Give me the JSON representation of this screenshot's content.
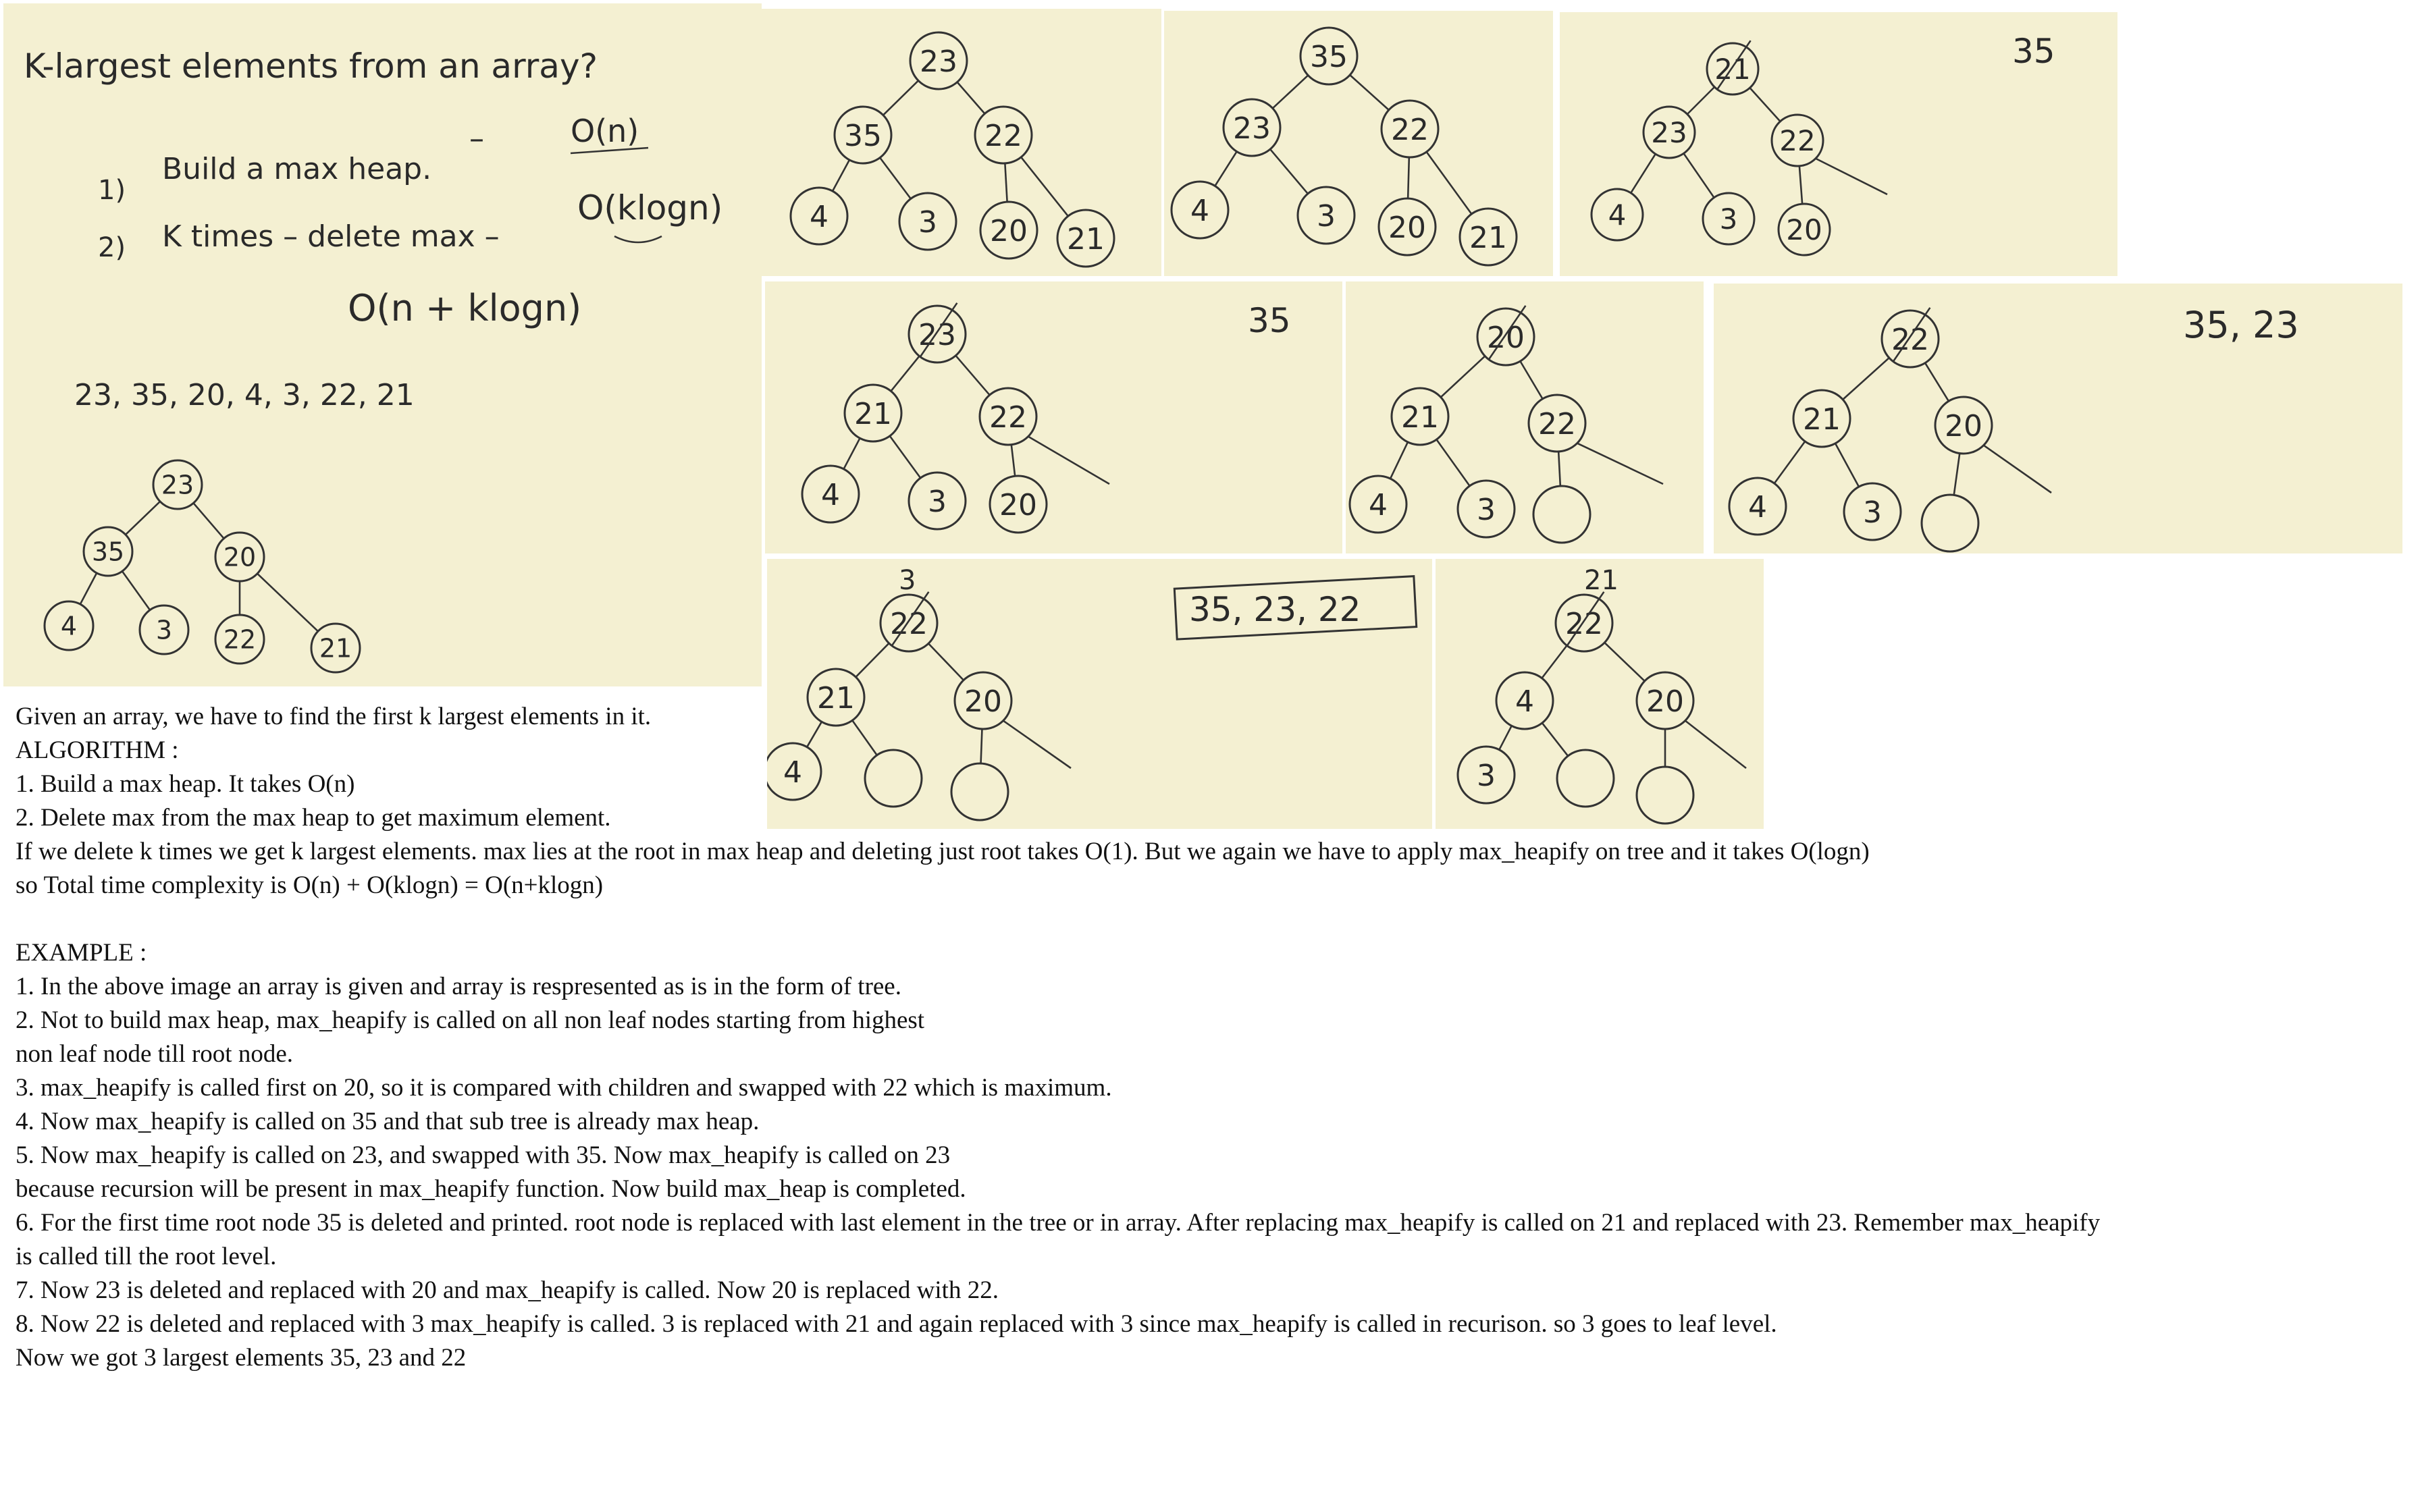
{
  "notes_panel": {
    "title": "K-largest elements from an array?",
    "step1_num": "1)",
    "step1_text": "Build a max heap.",
    "step1_cost": "O(n)",
    "step2_num": "2)",
    "step2_text": "K times – delete max –",
    "step2_cost": "O(klogn)",
    "total": "O(n + klogn)",
    "array": "23, 35, 20, 4, 3, 22, 21",
    "tree": [
      {
        "id": "n23",
        "label": "23"
      },
      {
        "id": "n35",
        "label": "35"
      },
      {
        "id": "n20",
        "label": "20"
      },
      {
        "id": "n4",
        "label": "4"
      },
      {
        "id": "n3",
        "label": "3"
      },
      {
        "id": "n22",
        "label": "22"
      },
      {
        "id": "n21",
        "label": "21"
      }
    ]
  },
  "frames": [
    {
      "nodes": [
        "23",
        "35",
        "22",
        "4",
        "3",
        "20",
        "21"
      ],
      "output": ""
    },
    {
      "nodes": [
        "35",
        "23",
        "22",
        "4",
        "3",
        "20",
        "21"
      ],
      "output": ""
    },
    {
      "nodes": [
        "21",
        "23",
        "22",
        "4",
        "3",
        "20"
      ],
      "output": "35"
    },
    {
      "nodes": [
        "23",
        "21",
        "22",
        "4",
        "3",
        "20"
      ],
      "output": "35"
    },
    {
      "nodes": [
        "20",
        "21",
        "22",
        "4",
        "3"
      ],
      "output": ""
    },
    {
      "nodes": [
        "22",
        "21",
        "20",
        "4",
        "3"
      ],
      "output": "35, 23"
    },
    {
      "nodes": [
        "22",
        "21",
        "20",
        "4"
      ],
      "annotation": "3",
      "output": "35, 23, 22"
    },
    {
      "nodes": [
        "22",
        "4",
        "20",
        "3"
      ],
      "annotation": "21",
      "output": ""
    }
  ],
  "text": {
    "intro": "Given an array, we have to find the first k largest elements in it.",
    "algorithm_heading": "ALGORITHM :",
    "algo_1": "1. Build a max heap. It takes O(n)",
    "algo_2": "2. Delete max from the max heap to get maximum element.",
    "algo_3": "If we delete k times we get k largest elements. max lies at the root in max heap and deleting just root takes O(1). But we again we have to apply max_heapify on tree and it takes O(logn)",
    "algo_4": "so Total time complexity is O(n) + O(klogn) = O(n+klogn)",
    "example_heading": "EXAMPLE :",
    "ex_1": "1. In the above image an array is given and array is respresented as is in the form of tree.",
    "ex_2a": "2. Not to build max heap, max_heapify is called on all non leaf nodes starting from highest",
    "ex_2b": "non leaf node till root node.",
    "ex_3": "3. max_heapify is called first on 20, so it is compared with children and swapped with 22 which is maximum.",
    "ex_4": "4. Now max_heapify is called on 35 and that sub tree is already max heap.",
    "ex_5a": "5. Now max_heapify is called on 23, and swapped with 35. Now max_heapify is called on 23",
    "ex_5b": "because recursion will be present in max_heapify function. Now build max_heap is completed.",
    "ex_6a": "6. For the first time root node 35 is deleted and printed. root node is replaced with last element in the tree or in array. After replacing max_heapify is called on 21 and replaced with 23. Remember max_heapify",
    "ex_6b": "is called till the root level.",
    "ex_7": "7. Now 23 is deleted and replaced with 20 and max_heapify is called. Now 20 is replaced with 22.",
    "ex_8": "8. Now 22 is deleted and replaced with 3 max_heapify is called. 3 is replaced with 21 and again replaced with 3 since max_heapify is called in recurison. so 3 goes to leaf level.",
    "conclusion": "Now we got 3 largest elements 35, 23 and 22"
  }
}
